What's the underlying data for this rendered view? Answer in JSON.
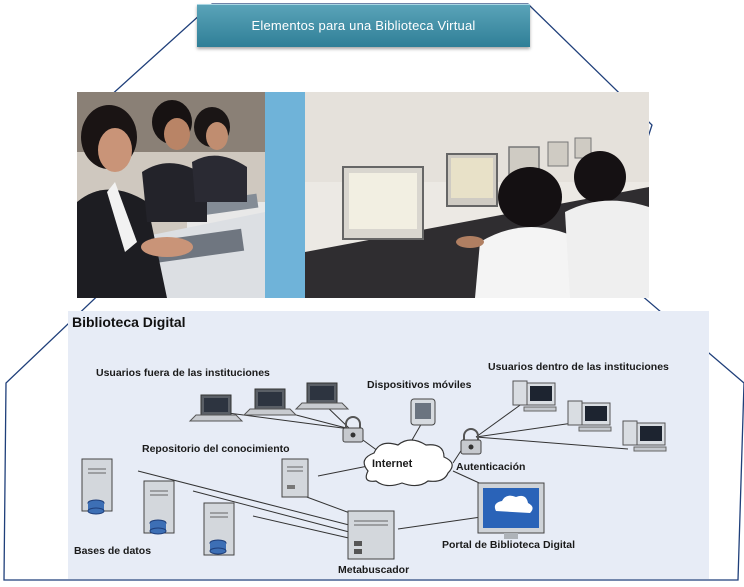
{
  "banner": {
    "title": "Elementos para una Biblioteca Virtual"
  },
  "diagram": {
    "title": "Biblioteca Digital",
    "labels": {
      "outside_users": "Usuarios fuera de las instituciones",
      "inside_users": "Usuarios dentro de las instituciones",
      "mobile_devices": "Dispositivos móviles",
      "repository": "Repositorio del conocimiento",
      "internet": "Internet",
      "authentication": "Autenticación",
      "databases": "Bases de datos",
      "portal": "Portal de Biblioteca Digital",
      "metasearch": "Metabuscador"
    }
  },
  "colors": {
    "banner": "#3b8ea6",
    "frame_line": "#1f3f7a",
    "diagram_bg": "#e7ecf6",
    "db_cylinder": "#3d6fb5"
  }
}
